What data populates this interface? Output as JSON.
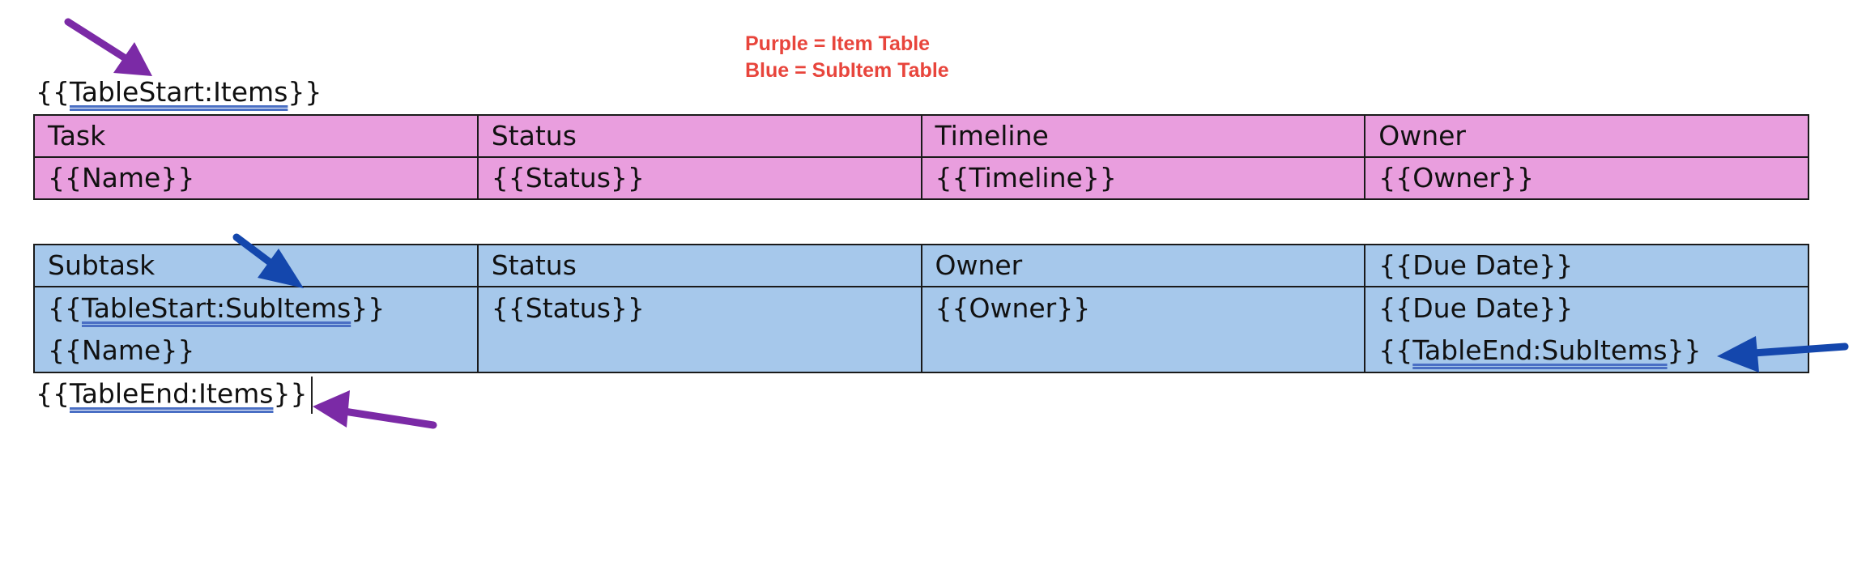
{
  "legend": {
    "purple_line": "Purple = Item Table",
    "blue_line": "Blue = SubItem Table"
  },
  "colors": {
    "item_table": "#e99ede",
    "subitem_table": "#a6c8eb",
    "legend_text": "#e8453c",
    "purple_arrow": "#7b2aa6",
    "blue_arrow": "#1447ad"
  },
  "table_start_items": {
    "open": "{{",
    "key": "TableStart:Items",
    "close": "}}"
  },
  "table_end_items": {
    "open": "{{",
    "key": "TableEnd:Items",
    "close": "}}"
  },
  "items_table": {
    "headers": [
      "Task",
      "Status",
      "Timeline",
      "Owner"
    ],
    "row": [
      "{{Name}}",
      "{{Status}}",
      "{{Timeline}}",
      "{{Owner}}"
    ]
  },
  "subitems_table": {
    "headers": [
      "Subtask",
      "Status",
      "Owner",
      "{{Due Date}}"
    ],
    "cell_1": {
      "start": {
        "open": "{{",
        "key": "TableStart:SubItems",
        "close": "}}"
      },
      "name": "{{Name}}"
    },
    "cell_2": "{{Status}}",
    "cell_3": "{{Owner}}",
    "cell_4": {
      "due": "{{Due Date}}",
      "end": {
        "open": "{{",
        "key": "TableEnd:SubItems",
        "close": "}}"
      }
    }
  }
}
